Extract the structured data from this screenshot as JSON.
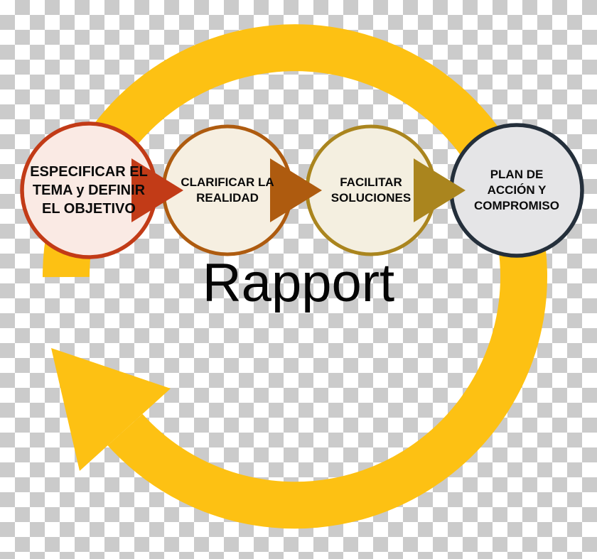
{
  "background": {
    "checker_light": "#ffffff",
    "checker_dark": "#cbcbcb"
  },
  "cycle": {
    "arrow_color": "#fdc113"
  },
  "center_label": {
    "text": "Rapport",
    "color": "#050505"
  },
  "steps": [
    {
      "lines": [
        "ESPECIFICAR EL",
        "TEMA y DEFINIR",
        "EL OBJETIVO"
      ],
      "border_color": "#c23b17",
      "fill_color": "#faeae4"
    },
    {
      "lines": [
        "CLARIFICAR LA",
        "REALIDAD"
      ],
      "border_color": "#ae5b0f",
      "fill_color": "#f6efe1"
    },
    {
      "lines": [
        "FACILITAR",
        "SOLUCIONES"
      ],
      "border_color": "#aa851e",
      "fill_color": "#f4efe0"
    },
    {
      "lines": [
        "PLAN DE",
        "ACCIÓN Y",
        "COMPROMISO"
      ],
      "border_color": "#242f3b",
      "fill_color": "#e5e5e7"
    }
  ]
}
